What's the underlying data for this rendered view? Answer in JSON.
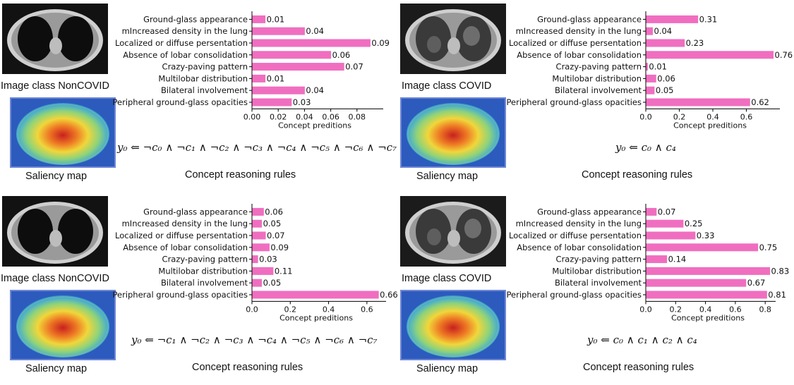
{
  "colors": {
    "bar": "#f06ec0",
    "axis": "#000000",
    "saliency_border": "#6f86d6"
  },
  "chart_data": [
    {
      "type": "bar",
      "orientation": "horizontal",
      "image_class": "Image class NonCOVID",
      "saliency_label": "Saliency map",
      "reasoning_label": "Concept reasoning rules",
      "rule": "y₀ ⇐ ¬c₀ ∧ ¬c₁ ∧ ¬c₂ ∧ ¬c₃ ∧ ¬c₄ ∧ ¬c₅ ∧ ¬c₆ ∧ ¬c₇",
      "categories": [
        "Ground-glass appearance",
        "mIncreased density in the lung",
        "Localized or diffuse persentation",
        "Absence of lobar consolidation",
        "Crazy-paving pattern",
        "Multilobar distribution",
        "Bilateral involvement",
        "Peripheral ground-glass opacities"
      ],
      "values": [
        0.01,
        0.04,
        0.09,
        0.06,
        0.07,
        0.01,
        0.04,
        0.03
      ],
      "value_labels": [
        "0.01",
        "0.04",
        "0.09",
        "0.06",
        "0.07",
        "0.01",
        "0.04",
        "0.03"
      ],
      "xlim": [
        0,
        0.1
      ],
      "xticks": [
        0,
        0.02,
        0.04,
        0.06,
        0.08
      ],
      "xtick_labels": [
        "0.00",
        "0.02",
        "0.04",
        "0.06",
        "0.08"
      ],
      "xlabel": "Concept preditions"
    },
    {
      "type": "bar",
      "orientation": "horizontal",
      "image_class": "Image class COVID",
      "saliency_label": "Saliency map",
      "reasoning_label": "Concept reasoning rules",
      "rule": "y₀ ⇐ c₀ ∧ c₄",
      "categories": [
        "Ground-glass appearance",
        "mIncreased density in the lung",
        "Localized or diffuse persentation",
        "Absence of lobar consolidation",
        "Crazy-paving pattern",
        "Multilobar distribution",
        "Bilateral involvement",
        "Peripheral ground-glass opacities"
      ],
      "values": [
        0.31,
        0.04,
        0.23,
        0.76,
        0.01,
        0.06,
        0.05,
        0.62
      ],
      "value_labels": [
        "0.31",
        "0.04",
        "0.23",
        "0.76",
        "0.01",
        "0.06",
        "0.05",
        "0.62"
      ],
      "xlim": [
        0,
        0.8
      ],
      "xticks": [
        0,
        0.2,
        0.4,
        0.6
      ],
      "xtick_labels": [
        "0.0",
        "0.2",
        "0.4",
        "0.6"
      ],
      "xlabel": "Concept preditions"
    },
    {
      "type": "bar",
      "orientation": "horizontal",
      "image_class": "Image class NonCOVID",
      "saliency_label": "Saliency map",
      "reasoning_label": "Concept reasoning rules",
      "rule": "y₀ ⇐ ¬c₁ ∧ ¬c₂ ∧ ¬c₃ ∧ ¬c₄ ∧ ¬c₅ ∧ ¬c₆ ∧ ¬c₇",
      "categories": [
        "Ground-glass appearance",
        "mIncreased density in the lung",
        "Localized or diffuse persentation",
        "Absence of lobar consolidation",
        "Crazy-paving pattern",
        "Multilobar distribution",
        "Bilateral involvement",
        "Peripheral ground-glass opacities"
      ],
      "values": [
        0.06,
        0.05,
        0.07,
        0.09,
        0.03,
        0.11,
        0.05,
        0.66
      ],
      "value_labels": [
        "0.06",
        "0.05",
        "0.07",
        "0.09",
        "0.03",
        "0.11",
        "0.05",
        "0.66"
      ],
      "xlim": [
        0,
        0.7
      ],
      "xticks": [
        0,
        0.2,
        0.4,
        0.6
      ],
      "xtick_labels": [
        "0.0",
        "0.2",
        "0.4",
        "0.6"
      ],
      "xlabel": "Concept preditions"
    },
    {
      "type": "bar",
      "orientation": "horizontal",
      "image_class": "Image class COVID",
      "saliency_label": "Saliency map",
      "reasoning_label": "Concept reasoning rules",
      "rule": "y₀ ⇐ c₀ ∧ c₁ ∧ c₂ ∧ c₄",
      "categories": [
        "Ground-glass appearance",
        "mIncreased density in the lung",
        "Localized or diffuse persentation",
        "Absence of lobar consolidation",
        "Crazy-paving pattern",
        "Multilobar distribution",
        "Bilateral involvement",
        "Peripheral ground-glass opacities"
      ],
      "values": [
        0.07,
        0.25,
        0.33,
        0.75,
        0.14,
        0.83,
        0.67,
        0.81
      ],
      "value_labels": [
        "0.07",
        "0.25",
        "0.33",
        "0.75",
        "0.14",
        "0.83",
        "0.67",
        "0.81"
      ],
      "xlim": [
        0,
        0.87
      ],
      "xticks": [
        0,
        0.2,
        0.4,
        0.6,
        0.8
      ],
      "xtick_labels": [
        "0.0",
        "0.2",
        "0.4",
        "0.6",
        "0.8"
      ],
      "xlabel": "Concept preditions"
    }
  ]
}
